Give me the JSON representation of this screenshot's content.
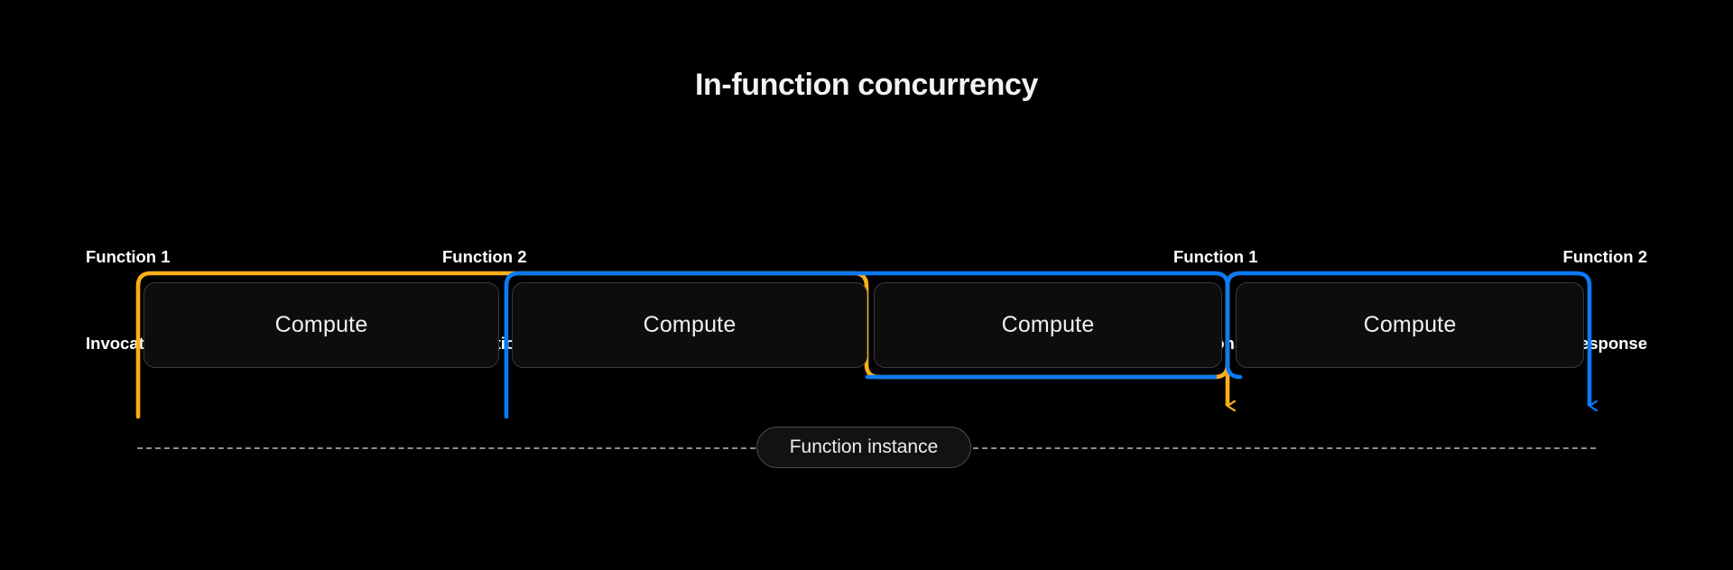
{
  "diagram": {
    "title": "In-function concurrency",
    "background_color": "#000000",
    "colors": {
      "function_1_accent": "#FBAF17",
      "function_2_accent": "#0A7BF5",
      "box_fill": "#0d0d0d",
      "box_border": "#3a3a3a",
      "text": "#ffffff",
      "dashed_line": "#8d8d8d"
    },
    "endpoint_labels": [
      {
        "id": "function-1-invocation",
        "line1": "Function 1",
        "line2": "Invocation",
        "accent": "#FBAF17"
      },
      {
        "id": "function-2-invocation",
        "line1": "Function 2",
        "line2": "Invocation",
        "accent": "#0A7BF5"
      },
      {
        "id": "function-1-response",
        "line1": "Function 1",
        "line2": "Response",
        "accent": "#FBAF17"
      },
      {
        "id": "function-2-response",
        "line1": "Function 2",
        "line2": "Response",
        "accent": "#0A7BF5"
      }
    ],
    "compute_blocks": [
      {
        "id": "compute-1",
        "label": "Compute"
      },
      {
        "id": "compute-2",
        "label": "Compute"
      },
      {
        "id": "compute-3",
        "label": "Compute"
      },
      {
        "id": "compute-4",
        "label": "Compute"
      }
    ],
    "instance_pill": {
      "label": "Function instance"
    },
    "spans": [
      {
        "id": "function-1-span",
        "accent": "#FBAF17",
        "starts_at": "function-1-invocation",
        "ends_at": "function-1-response",
        "covers_blocks": [
          "compute-1",
          "compute-2",
          "compute-3"
        ],
        "arrow": "down"
      },
      {
        "id": "function-2-span",
        "accent": "#0A7BF5",
        "starts_at": "function-2-invocation",
        "ends_at": "function-2-response",
        "covers_blocks": [
          "compute-2",
          "compute-3",
          "compute-4"
        ],
        "arrow": "down"
      }
    ]
  }
}
